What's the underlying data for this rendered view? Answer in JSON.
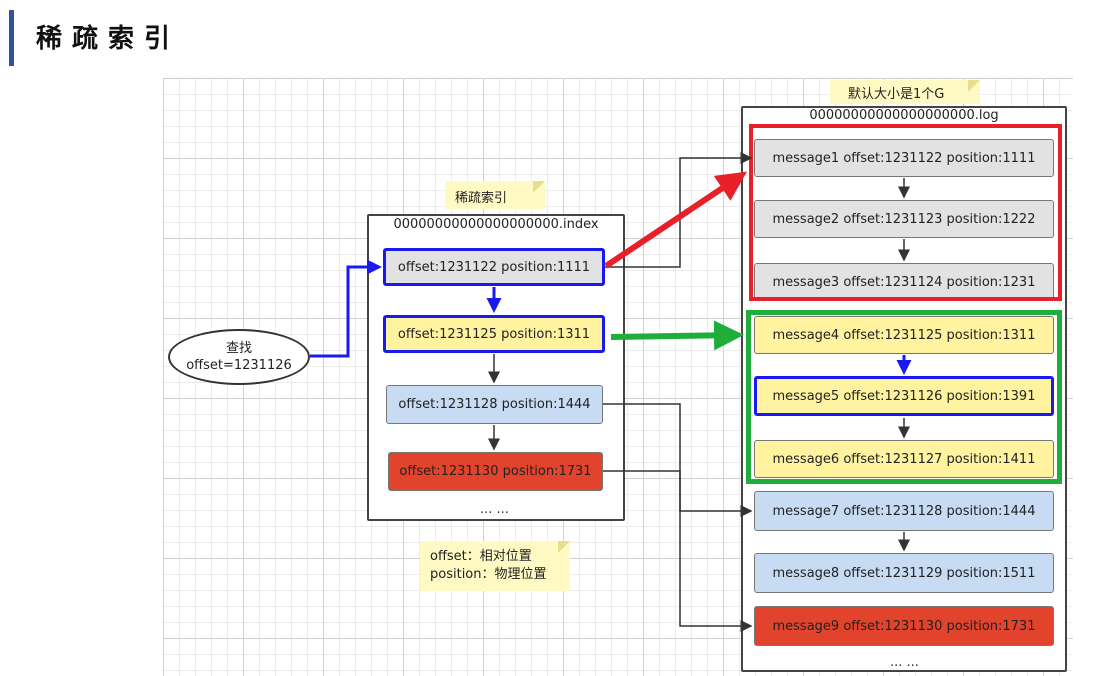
{
  "page_title": "稀疏索引",
  "index_file": {
    "note": "稀疏索引",
    "title": "00000000000000000000.index",
    "entries": [
      {
        "label": "offset:1231122 position:1111"
      },
      {
        "label": "offset:1231125 position:1311"
      },
      {
        "label": "offset:1231128 position:1444"
      },
      {
        "label": "offset:1231130 position:1731"
      }
    ],
    "ellipsis": "... ..."
  },
  "log_file": {
    "note": "默认大小是1个G",
    "title": "00000000000000000000.log",
    "messages": [
      {
        "label": "message1  offset:1231122 position:1111"
      },
      {
        "label": "message2  offset:1231123 position:1222"
      },
      {
        "label": "message3  offset:1231124 position:1231"
      },
      {
        "label": "message4  offset:1231125 position:1311"
      },
      {
        "label": "message5  offset:1231126 position:1391"
      },
      {
        "label": "message6  offset:1231127 position:1411"
      },
      {
        "label": "message7  offset:1231128 position:1444"
      },
      {
        "label": "message8  offset:1231129 position:1511"
      },
      {
        "label": "message9  offset:1231130 position:1731"
      }
    ],
    "ellipsis": "... ..."
  },
  "search": {
    "line1": "查找",
    "line2": "offset=1231126"
  },
  "legend_note": {
    "line1": "offset：相对位置",
    "line2": "position：物理位置"
  },
  "colors": {
    "gray": "#e2e2e2",
    "yellow": "#fff3a0",
    "blue": "#c7dcf3",
    "red": "#e2432d",
    "highlight_blue": "#1a1af0",
    "highlight_red": "#e8202a",
    "highlight_green": "#1fae3a"
  }
}
